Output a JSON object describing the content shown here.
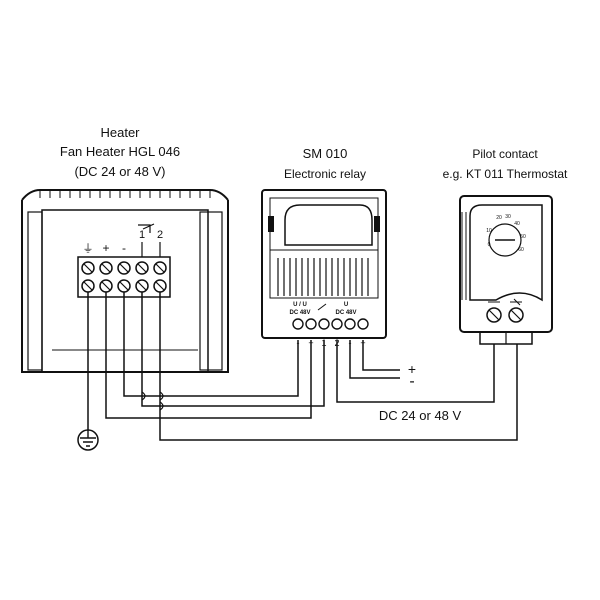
{
  "heater": {
    "title": "Heater",
    "model": "Fan Heater  HGL 046",
    "voltage": "(DC 24 or 48 V)",
    "terminals": [
      "⏚",
      "+",
      "-",
      "1",
      "2"
    ]
  },
  "relay": {
    "title": "SM 010",
    "subtitle": "Electronic relay",
    "input_label": "U / U",
    "input_sub": "DC 48V",
    "output_label": "U",
    "output_sub": "DC 48V",
    "pins": [
      "-",
      "+",
      "1",
      "2",
      "-",
      "+"
    ]
  },
  "thermostat": {
    "title": "Pilot contact",
    "subtitle": "e.g.  KT 011 Thermostat",
    "dial": [
      "20",
      "30",
      "40",
      "50",
      "60",
      "10",
      "0"
    ]
  },
  "supply": {
    "plus": "+",
    "minus": "-",
    "voltage": "DC 24 or 48 V"
  }
}
